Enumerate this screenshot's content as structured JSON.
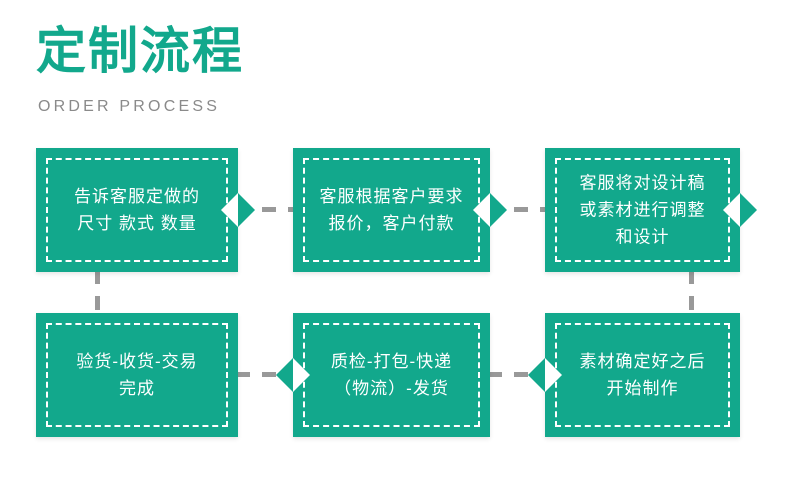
{
  "header": {
    "title": "定制流程",
    "subtitle": "ORDER PROCESS"
  },
  "theme": {
    "accent": "#12a88c",
    "subtitle_color": "#8a8a8a",
    "connector_color": "#999999",
    "background": "#ffffff",
    "box_text_color": "#ffffff"
  },
  "flow": {
    "steps": [
      {
        "id": "step-1",
        "order": 1,
        "text": "告诉客服定做的\n尺寸 款式 数量",
        "arrow": "right"
      },
      {
        "id": "step-2",
        "order": 2,
        "text": "客服根据客户要求\n报价，客户付款",
        "arrow": "right"
      },
      {
        "id": "step-3",
        "order": 3,
        "text": "客服将对设计稿\n或素材进行调整\n和设计",
        "arrow": "right"
      },
      {
        "id": "step-4",
        "order": 4,
        "text": "素材确定好之后\n开始制作",
        "arrow": "left"
      },
      {
        "id": "step-5",
        "order": 5,
        "text": "质检-打包-快递\n（物流）-发货",
        "arrow": "left"
      },
      {
        "id": "step-6",
        "order": 6,
        "text": "验货-收货-交易\n完成",
        "arrow": "none"
      }
    ]
  }
}
